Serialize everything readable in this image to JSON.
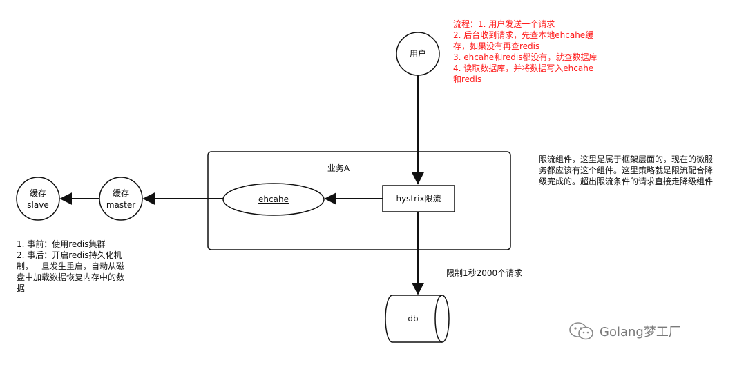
{
  "nodes": {
    "user": "用户",
    "service": "业务A",
    "hystrix": "hystrix限流",
    "ehcahe": "ehcahe",
    "cache_master": [
      "缓存",
      "master"
    ],
    "cache_slave": [
      "缓存",
      "slave"
    ],
    "db": "db"
  },
  "notes": {
    "flow": [
      "流程：1.  用户发送一个请求",
      "2. 后台收到请求，先查本地ehcahe缓",
      "存，如果没有再查redis",
      "3. ehcahe和redis都没有，就查数据库",
      "4. 读取数据库，并将数据写入ehcahe",
      "和redis"
    ],
    "limiter": [
      "限流组件，这里是属于框架层面的，现在的微服",
      "务都应该有这个组件。这里策略就是限流配合降",
      "级完成的。超出限流条件的请求直接走降级组件"
    ],
    "redis": [
      "1. 事前：使用redis集群",
      "2. 事后：开启redis持久化机",
      "制，一旦发生重启，自动从磁",
      "盘中加载数据恢复内存中的数",
      "据"
    ],
    "rate": "限制1秒2000个请求"
  },
  "watermark": "Golang梦工厂",
  "colors": {
    "annotation": "#ff1a1a",
    "stroke": "#111111",
    "watermark": "#7a7a7a"
  }
}
